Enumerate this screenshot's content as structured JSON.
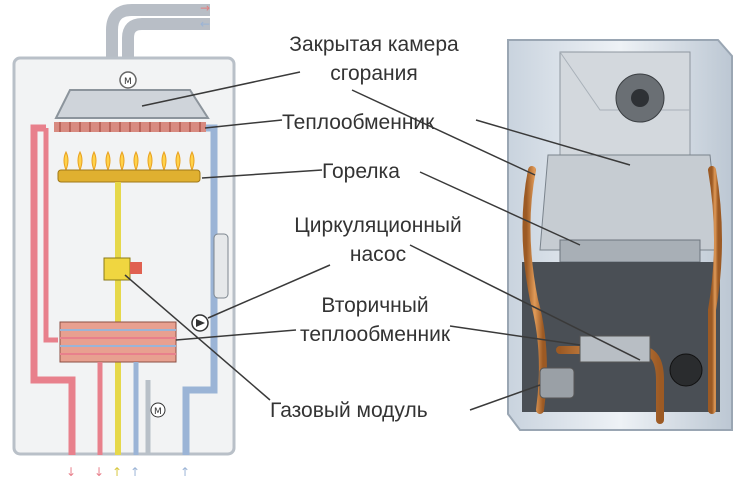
{
  "labels": {
    "combustion_chamber_1": "Закрытая камера",
    "combustion_chamber_2": "сгорания",
    "heat_exchanger": "Теплообменник",
    "burner": "Горелка",
    "pump_1": "Циркуляционный",
    "pump_2": "насос",
    "secondary_hx_1": "Вторичный",
    "secondary_hx_2": "теплообменник",
    "gas_module": "Газовый модуль"
  },
  "colors": {
    "hot_pipe": "#e8808c",
    "cold_pipe": "#9bb4d6",
    "gas_pipe": "#e6d84a",
    "burner": "#e0b030",
    "copper": "#c87a3a",
    "casing": "#dfe6ee",
    "leader_line": "#3a3a3a"
  },
  "icons": [
    "motor-icon",
    "flame-icon",
    "pump-icon",
    "flow-arrow-icon"
  ]
}
